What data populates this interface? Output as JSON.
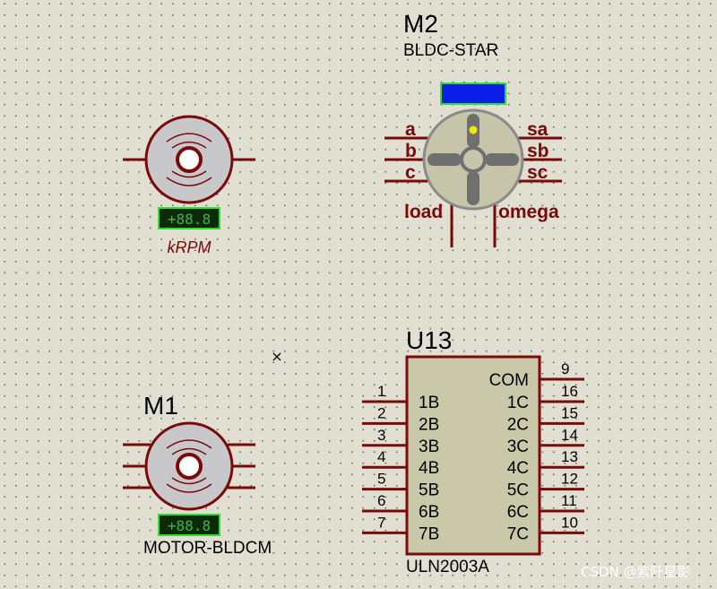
{
  "m2": {
    "ref": "M2",
    "value": "BLDC-STAR",
    "pins": {
      "a": "a",
      "b": "b",
      "c": "c",
      "sa": "sa",
      "sb": "sb",
      "sc": "sc",
      "load": "load",
      "omega": "omega"
    }
  },
  "motor_top": {
    "display": "+88.8",
    "unit": "kRPM"
  },
  "m1": {
    "ref": "M1",
    "value": "MOTOR-BLDCM",
    "display": "+88.8"
  },
  "u13": {
    "ref": "U13",
    "value": "ULN2003A",
    "com_label": "COM",
    "com_pin": "9",
    "left_pins": [
      {
        "num": "1",
        "label": "1B"
      },
      {
        "num": "2",
        "label": "2B"
      },
      {
        "num": "3",
        "label": "3B"
      },
      {
        "num": "4",
        "label": "4B"
      },
      {
        "num": "5",
        "label": "5B"
      },
      {
        "num": "6",
        "label": "6B"
      },
      {
        "num": "7",
        "label": "7B"
      }
    ],
    "right_pins": [
      {
        "num": "16",
        "label": "1C"
      },
      {
        "num": "15",
        "label": "2C"
      },
      {
        "num": "14",
        "label": "3C"
      },
      {
        "num": "13",
        "label": "4C"
      },
      {
        "num": "12",
        "label": "5C"
      },
      {
        "num": "11",
        "label": "6C"
      },
      {
        "num": "10",
        "label": "7C"
      }
    ]
  },
  "cursor": "×",
  "watermark": "CSDN @紫阡星影",
  "colors": {
    "background": "#e0dfd2",
    "wire": "#7a0a0a",
    "body_gray": "#c8c8ca",
    "ic_fill": "#c9c8a8",
    "led_blue": "#0b1ee6",
    "display_bg": "#0a2a0a",
    "display_fg": "#48b048"
  }
}
